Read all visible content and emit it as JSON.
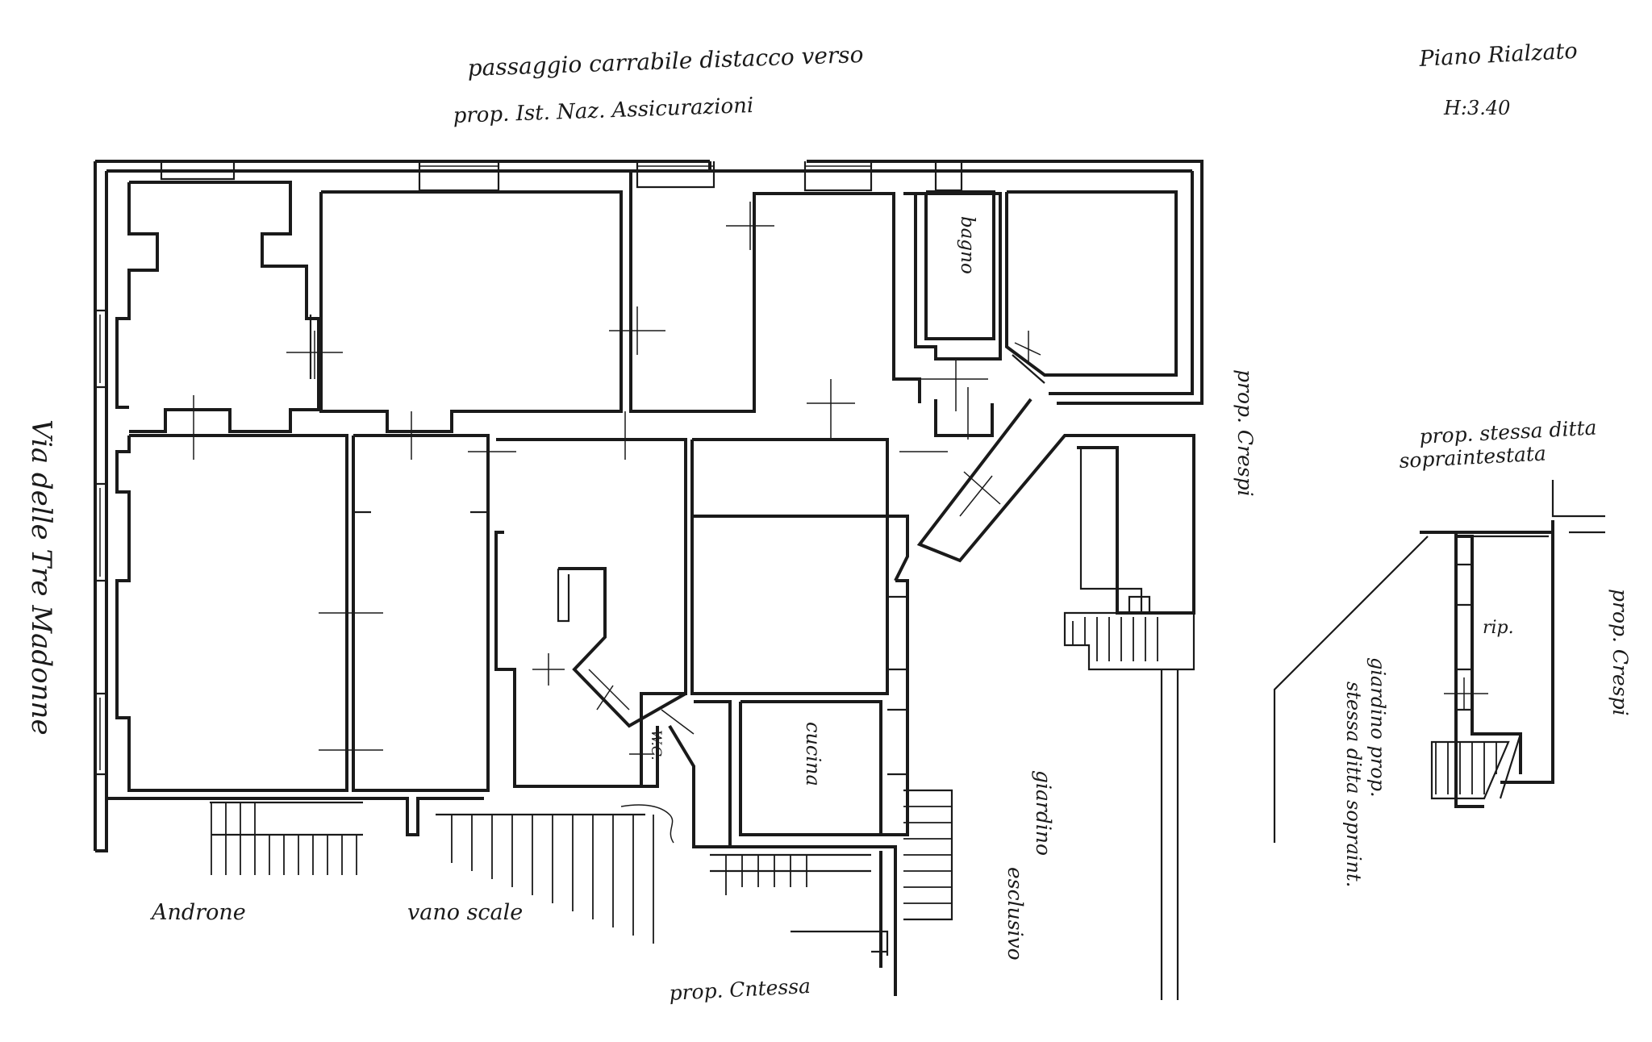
{
  "header": {
    "note_line1": "passaggio carrabile distacco verso",
    "note_line2": "prop. Ist. Naz. Assicurazioni",
    "floor_title": "Piano Rialzato",
    "height": "H:3.40"
  },
  "labels": {
    "street": "Via delle Tre Madonne",
    "bagno": "bagno",
    "prop_crespi_1": "prop. Crespi",
    "prop_stessa": "prop. stessa ditta",
    "sopraintestata": "sopraintestata",
    "rip": "rip.",
    "prop_crespi_2": "prop. Crespi",
    "giardino_prop": "giardino prop.",
    "stessa_ditta": "stessa ditta sopraint.",
    "wc": "W.C.",
    "cucina": "cucina",
    "giardino_escl_1": "giardino",
    "giardino_escl_2": "esclusivo",
    "androne": "Androne",
    "vano_scale": "vano scale",
    "prop_cntessa": "prop. Cntessa"
  },
  "colors": {
    "ink": "#1a1a1a",
    "paper": "#ffffff"
  }
}
